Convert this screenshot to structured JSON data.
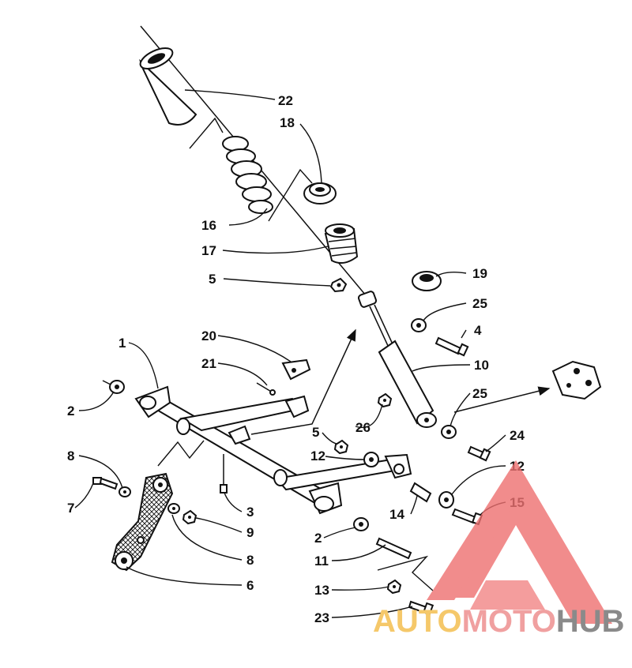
{
  "callouts": [
    {
      "id": "c22a",
      "label": "22"
    },
    {
      "id": "c18",
      "label": "18"
    },
    {
      "id": "c16",
      "label": "16"
    },
    {
      "id": "c17",
      "label": "17"
    },
    {
      "id": "c5a",
      "label": "5"
    },
    {
      "id": "c19",
      "label": "19"
    },
    {
      "id": "c25a",
      "label": "25"
    },
    {
      "id": "c4",
      "label": "4"
    },
    {
      "id": "c1",
      "label": "1"
    },
    {
      "id": "c20",
      "label": "20"
    },
    {
      "id": "c10",
      "label": "10"
    },
    {
      "id": "c21",
      "label": "21"
    },
    {
      "id": "c2a",
      "label": "2"
    },
    {
      "id": "c25b",
      "label": "25"
    },
    {
      "id": "c26",
      "label": "26"
    },
    {
      "id": "c5b",
      "label": "5"
    },
    {
      "id": "c24",
      "label": "24"
    },
    {
      "id": "c12a",
      "label": "12"
    },
    {
      "id": "c8a",
      "label": "8"
    },
    {
      "id": "c12b",
      "label": "12"
    },
    {
      "id": "c7",
      "label": "7"
    },
    {
      "id": "c3",
      "label": "3"
    },
    {
      "id": "c15",
      "label": "15"
    },
    {
      "id": "c14",
      "label": "14"
    },
    {
      "id": "c9",
      "label": "9"
    },
    {
      "id": "c2b",
      "label": "2"
    },
    {
      "id": "c8b",
      "label": "8"
    },
    {
      "id": "c11",
      "label": "11"
    },
    {
      "id": "c6",
      "label": "6"
    },
    {
      "id": "c13",
      "label": "13"
    },
    {
      "id": "c23",
      "label": "23"
    }
  ],
  "watermark": {
    "part1": "AUTO",
    "part2": "MOTO",
    "part3": "HUB",
    "color_auto": "#f5c86a",
    "color_moto": "#f0a0a0",
    "color_hub": "#8a8a8a",
    "logo_color": "#ee7070"
  }
}
